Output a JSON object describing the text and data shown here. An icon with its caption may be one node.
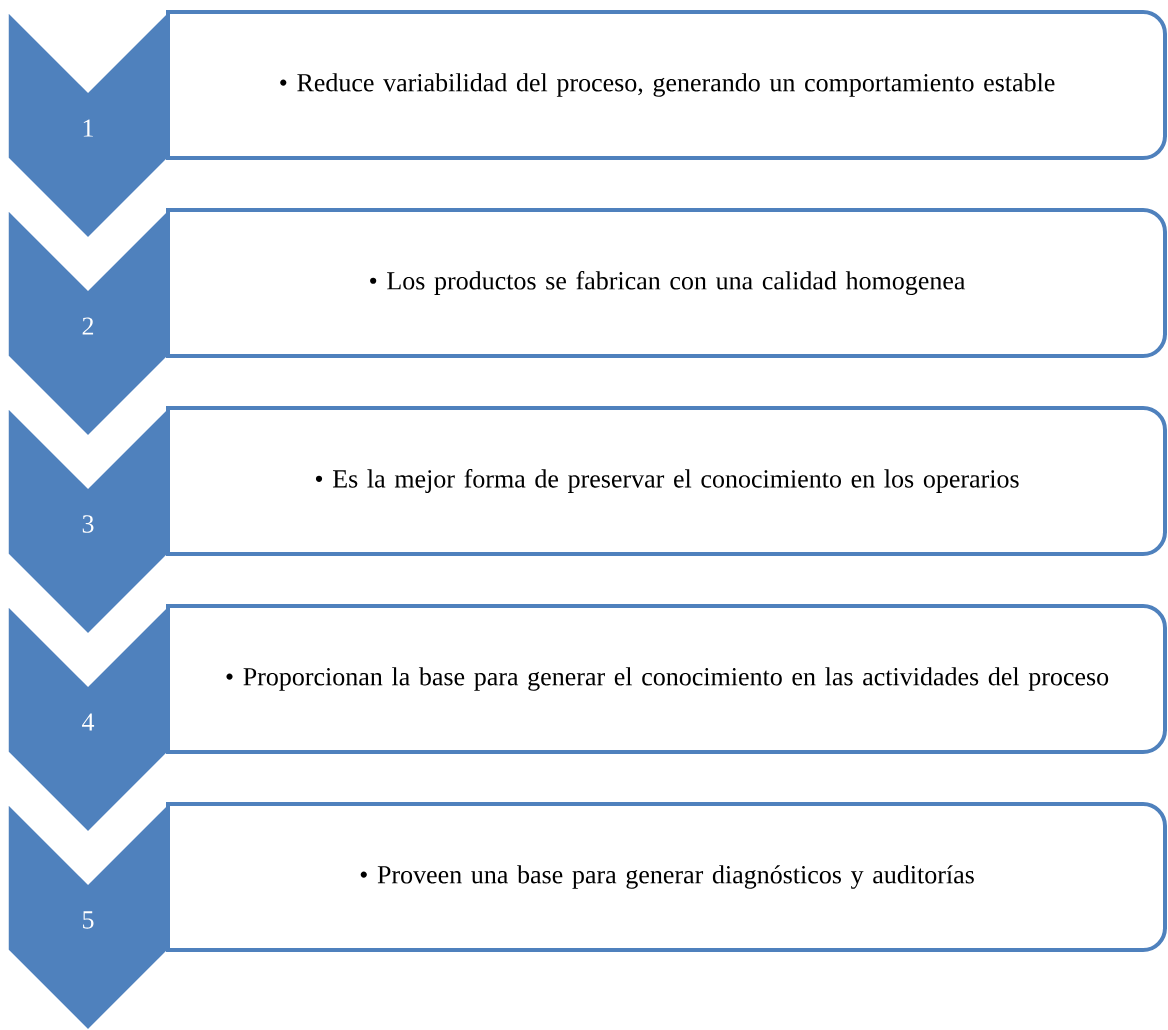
{
  "diagram": {
    "nodes": [
      {
        "text": [
          "1"
        ]
      },
      {
        "text": [
          "• Reduce variabilidad del proceso, generando un comportamiento estable"
        ]
      },
      {
        "text": [
          "2"
        ]
      },
      {
        "text": [
          "• Los productos se fabrican con una calidad homogenea"
        ]
      },
      {
        "text": [
          "3"
        ]
      },
      {
        "text": [
          "• Es la mejor forma de preservar el conocimiento en los operarios"
        ]
      },
      {
        "text": [
          "4"
        ]
      },
      {
        "text": [
          "• Proporcionan la base para generar el conocimiento en las actividades del proceso"
        ]
      },
      {
        "text": [
          "5"
        ]
      },
      {
        "text": [
          "• Proveen una base para generar diagnósticos y auditorías"
        ]
      }
    ]
  }
}
